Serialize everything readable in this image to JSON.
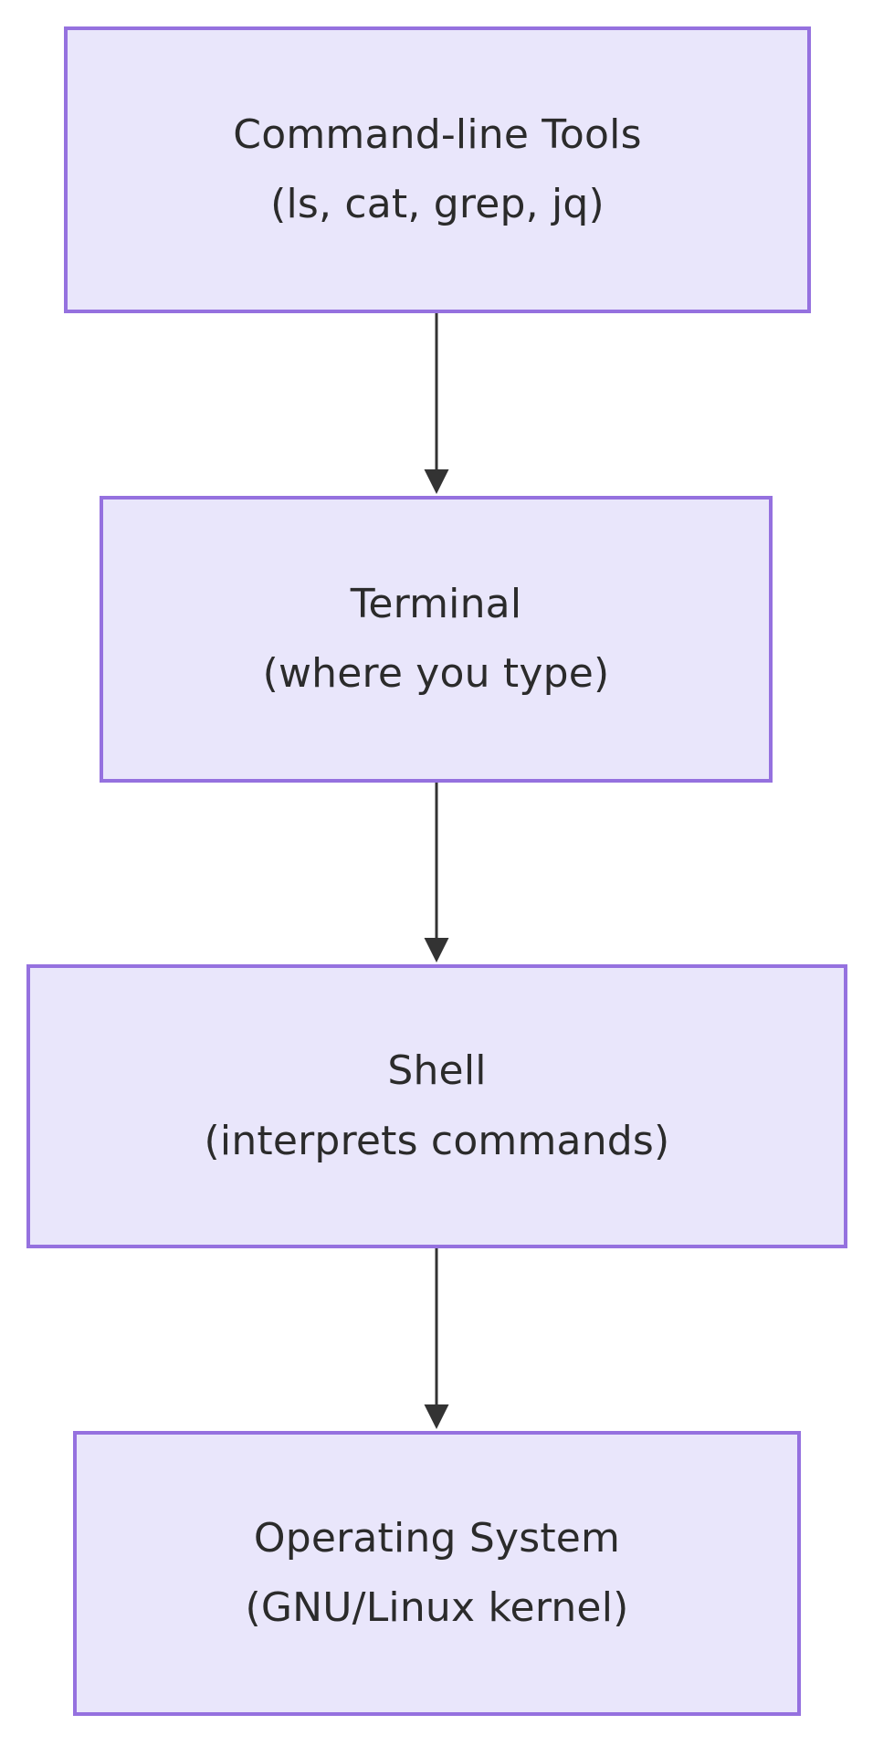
{
  "diagram": {
    "type": "flowchart",
    "direction": "top-to-bottom",
    "background_color": "#ffffff",
    "node_fill_color": "#e9e6fb",
    "node_border_color": "#9571df",
    "node_text_color": "#2b2b2b",
    "edge_color": "#333333",
    "nodes": [
      {
        "id": "tools",
        "primary": "Command-line Tools",
        "secondary": "(ls, cat, grep, jq)"
      },
      {
        "id": "terminal",
        "primary": "Terminal",
        "secondary": "(where you type)"
      },
      {
        "id": "shell",
        "primary": "Shell",
        "secondary": "(interprets commands)"
      },
      {
        "id": "os",
        "primary": "Operating System",
        "secondary": "(GNU/Linux kernel)"
      }
    ],
    "edges": [
      {
        "id": "edge-tools-terminal",
        "from": "tools",
        "to": "terminal",
        "label": "",
        "arrowhead": "filled-triangle"
      },
      {
        "id": "edge-terminal-shell",
        "from": "terminal",
        "to": "shell",
        "label": "",
        "arrowhead": "filled-triangle"
      },
      {
        "id": "edge-shell-os",
        "from": "shell",
        "to": "os",
        "label": "",
        "arrowhead": "filled-triangle"
      }
    ]
  }
}
